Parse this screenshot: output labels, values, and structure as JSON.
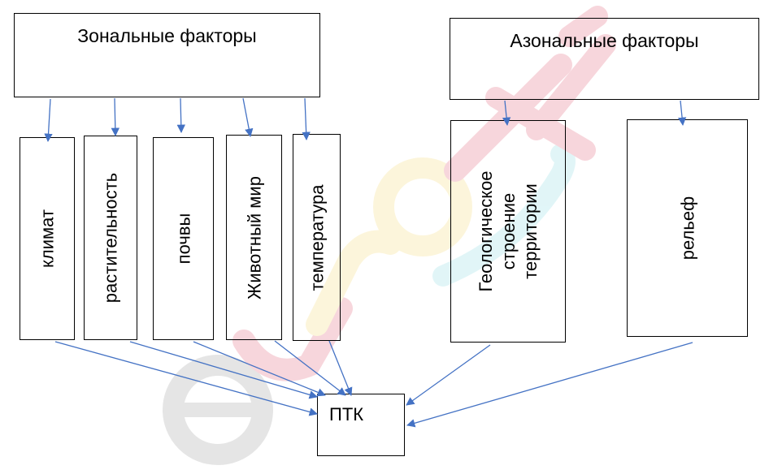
{
  "zonal": {
    "title": "Зональные факторы",
    "factors": [
      "климат",
      "растительность",
      "почвы",
      "Животный  мир",
      "температура"
    ]
  },
  "azonal": {
    "title": "Азональные факторы",
    "geology": {
      "line1": "Геологическое",
      "line2": "строение",
      "line3": "территории"
    },
    "relief": "рельеф"
  },
  "result": "ПТК",
  "colors": {
    "arrow": "#4472C4",
    "border": "#000000",
    "watermark_red": "#f2b6c0",
    "watermark_yellow": "#fbeebf",
    "watermark_cyan": "#c9eef2",
    "watermark_gray": "#d0d0d0"
  }
}
